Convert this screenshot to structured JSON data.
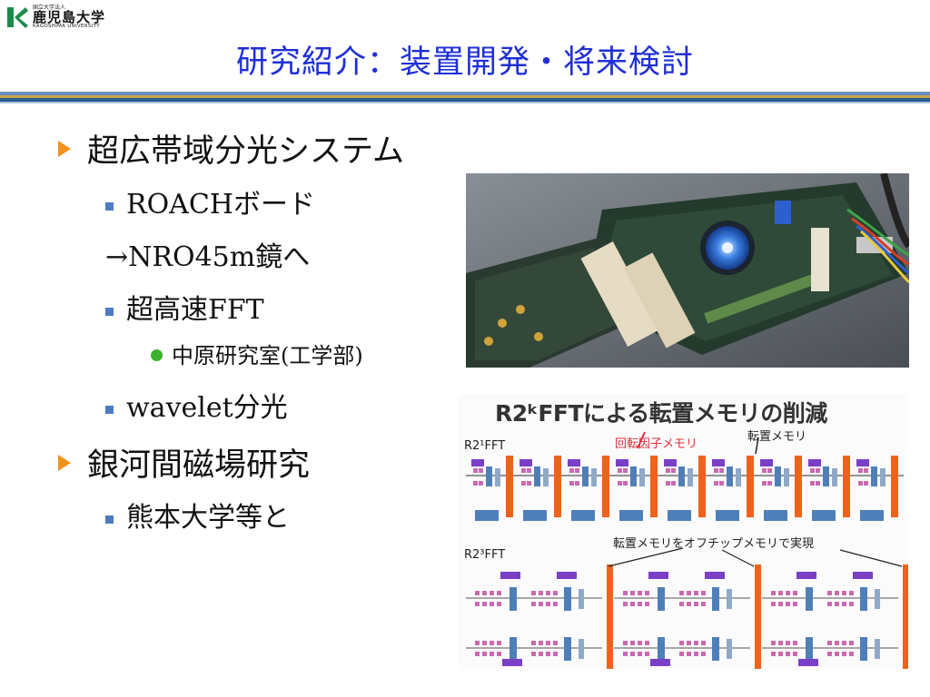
{
  "logo": {
    "line1": "国立大学法人",
    "line2": "鹿児島大学",
    "line3": "KAGOSHIMA UNIVERSITY"
  },
  "slide": {
    "title": "研究紹介：装置開発・将来検討"
  },
  "bullets": [
    {
      "level": 1,
      "text": "超広帯域分光システム"
    },
    {
      "level": 2,
      "text": "ROACHボード"
    },
    {
      "level": 0,
      "text": "→NRO45m鏡へ"
    },
    {
      "level": 2,
      "text": "超高速FFT"
    },
    {
      "level": 3,
      "text": "中原研究室(工学部)"
    },
    {
      "level": 2,
      "text": "wavelet分光"
    },
    {
      "level": 1,
      "text": "銀河間磁場研究"
    },
    {
      "level": 2,
      "text": "熊本大学等と"
    }
  ],
  "diagram": {
    "title": "R2ᵏFFTによる転置メモリの削減",
    "label_r21": "R2¹FFT",
    "label_r23": "R2³FFT",
    "label_twiddle": "回転因子メモリ",
    "label_transpose": "転置メモリ",
    "label_offchip": "転置メモリをオフチップメモリで実現"
  },
  "colors": {
    "title": "#1f2fd6",
    "bullet_l1": "#f0921e",
    "bullet_l2": "#4d7bc1",
    "bullet_l3": "#3bb32f",
    "diagram_orange": "#f0621c",
    "diagram_purple": "#7a3fc6",
    "diagram_blue": "#4f7fb8",
    "diagram_pink": "#c86ab0",
    "twiddle_label": "#e0303a"
  }
}
